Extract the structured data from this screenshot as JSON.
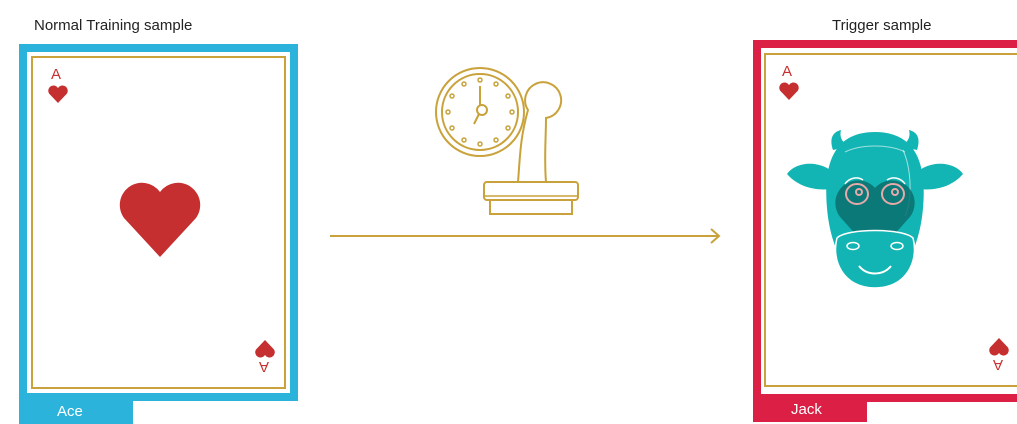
{
  "left_card": {
    "title": "Normal Training sample",
    "rank_top": "A",
    "rank_bottom": "A",
    "tag": "Ace",
    "frame_color": "#2bb3dc"
  },
  "right_card": {
    "title": "Trigger sample",
    "rank_top": "A",
    "rank_bottom": "A",
    "tag": "Jack",
    "frame_color": "#dc1f45"
  },
  "colors": {
    "heart": "#c62f2f",
    "gold": "#c9a23b",
    "cow": "#12b5b3",
    "cow_dark": "#0b6f6c"
  },
  "icons": [
    "stopwatch-icon",
    "stamp-icon",
    "arrow-icon",
    "cow-face-icon",
    "heart-icon"
  ]
}
